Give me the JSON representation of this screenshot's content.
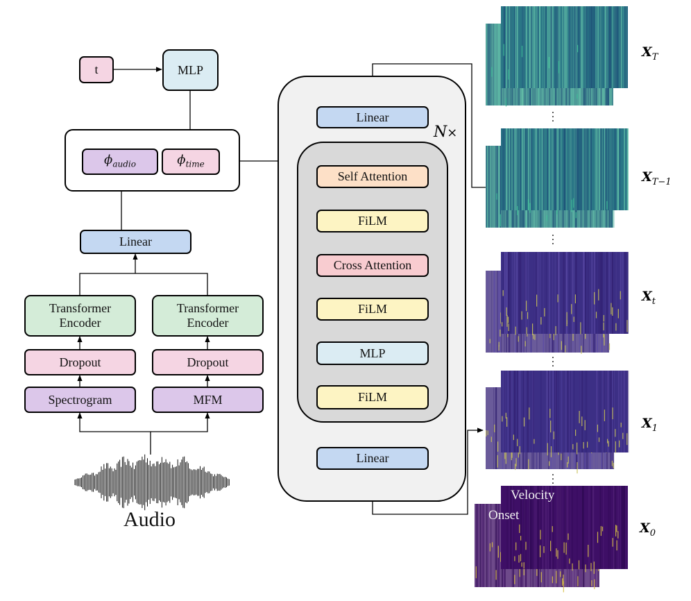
{
  "diagram": {
    "left_stack": {
      "t_label": "t",
      "mlp_top_label": "MLP",
      "phi_audio_base": "ϕ",
      "phi_audio_sub": "audio",
      "phi_time_base": "ϕ",
      "phi_time_sub": "time",
      "linear_label": "Linear",
      "encoder_left_label": "Transformer Encoder",
      "encoder_right_label": "Transformer Encoder",
      "dropout_left_label": "Dropout",
      "dropout_right_label": "Dropout",
      "spectrogram_label": "Spectrogram",
      "mfm_label": "MFM",
      "audio_label": "Audio"
    },
    "core": {
      "linear_in_label": "Linear",
      "repeat_base": "N",
      "repeat_symbol": "×",
      "self_attention_label": "Self Attention",
      "film_1_label": "FiLM",
      "cross_attention_label": "Cross Attention",
      "film_2_label": "FiLM",
      "mlp_label": "MLP",
      "film_3_label": "FiLM",
      "linear_out_label": "Linear"
    },
    "samples": [
      {
        "base": "X",
        "sub": "T",
        "palette": "teal"
      },
      {
        "base": "X",
        "sub": "T−1",
        "palette": "teal"
      },
      {
        "base": "X",
        "sub": "t",
        "palette": "indigo"
      },
      {
        "base": "X",
        "sub": "1",
        "palette": "indigo"
      },
      {
        "base": "X",
        "sub": "0",
        "palette": "violet"
      }
    ],
    "sample_overlays": {
      "velocity_label": "Velocity",
      "onset_label": "Onset"
    },
    "colors": {
      "pink": "#f5d5e3",
      "blue": "#c4d8f2",
      "light_blue": "#dbecf3",
      "green": "#d4ecd8",
      "purple": "#dcc7ea",
      "peach": "#fde0c7",
      "yellow": "#fdf4c3",
      "red": "#f8ccd0",
      "outer_panel": "#f1f1f1",
      "inner_panel": "#d9d9d9"
    }
  }
}
